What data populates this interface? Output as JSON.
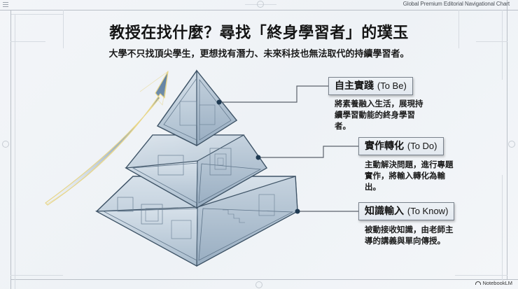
{
  "header": {
    "caption": "Global Premium Editorial Navigational Chart",
    "menu_icon": "hamburger-menu-icon"
  },
  "title": "教授在找什麼？尋找「終身學習者」的璞玉",
  "subtitle": "大學不只找頂尖學生，更想找有潛力、未來科技也無法取代的持續學習者。",
  "pyramid": {
    "levels": [
      {
        "position": "top",
        "title_zh": "自主實踐",
        "title_en": "(To Be)",
        "description": "將素養融入生活，展現持續學習動能的終身學習者。"
      },
      {
        "position": "middle",
        "title_zh": "實作轉化",
        "title_en": "(To Do)",
        "description": "主動解決問題，進行專題實作，將輸入轉化為輸出。"
      },
      {
        "position": "bottom",
        "title_zh": "知識輸入",
        "title_en": "(To Know)",
        "description": "被動接收知識，由老師主導的講義與單向傳授。"
      }
    ],
    "arrow_icon": "upward-growth-arrow-icon",
    "colors": {
      "glass_fill": "#b9c8d6",
      "edge": "#3e5366",
      "connector": "#5b626b",
      "dot": "#1f3a52",
      "arrow_gold": "#e8d68a",
      "arrow_blue": "#6f90b0"
    }
  },
  "brand": {
    "label": "NotebookLM"
  }
}
